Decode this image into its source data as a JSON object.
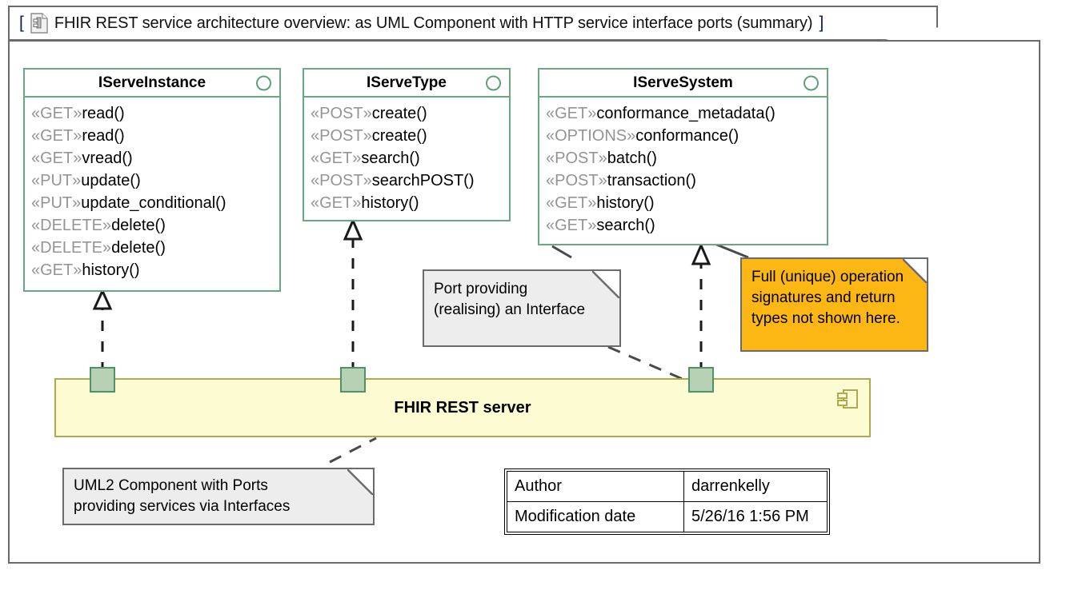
{
  "frame": {
    "bracket_open": "[",
    "bracket_close": "]",
    "icon": "uml-document-icon",
    "title": "FHIR REST service architecture overview: as UML Component with HTTP service interface ports (summary)"
  },
  "colors": {
    "interface_border": "#6aa97f",
    "component_fill": "#fcfbd1",
    "component_border": "#adaa52",
    "port_fill": "#b7d1b4",
    "port_border": "#4f9268",
    "note_gray_fill": "#ededed",
    "note_orange_fill": "#fcb715",
    "note_border": "#6b6b6b",
    "stereotype_text": "#949494",
    "frame_border": "#6b6b6b"
  },
  "interfaces": [
    {
      "name": "IServeInstance",
      "icon": "interface-circle-icon",
      "operations": [
        {
          "stereotype": "«GET»",
          "signature": "read()"
        },
        {
          "stereotype": "«GET»",
          "signature": "read()"
        },
        {
          "stereotype": "«GET»",
          "signature": "vread()"
        },
        {
          "stereotype": "«PUT»",
          "signature": "update()"
        },
        {
          "stereotype": "«PUT»",
          "signature": "update_conditional()"
        },
        {
          "stereotype": "«DELETE»",
          "signature": "delete()"
        },
        {
          "stereotype": "«DELETE»",
          "signature": "delete()"
        },
        {
          "stereotype": "«GET»",
          "signature": "history()"
        }
      ]
    },
    {
      "name": "IServeType",
      "icon": "interface-circle-icon",
      "operations": [
        {
          "stereotype": "«POST»",
          "signature": "create()"
        },
        {
          "stereotype": "«POST»",
          "signature": "create()"
        },
        {
          "stereotype": "«GET»",
          "signature": "search()"
        },
        {
          "stereotype": "«POST»",
          "signature": "searchPOST()"
        },
        {
          "stereotype": "«GET»",
          "signature": "history()"
        }
      ]
    },
    {
      "name": "IServeSystem",
      "icon": "interface-circle-icon",
      "operations": [
        {
          "stereotype": "«GET»",
          "signature": "conformance_metadata()"
        },
        {
          "stereotype": "«OPTIONS»",
          "signature": "conformance()"
        },
        {
          "stereotype": "«POST»",
          "signature": "batch()"
        },
        {
          "stereotype": "«POST»",
          "signature": "transaction()"
        },
        {
          "stereotype": "«GET»",
          "signature": "history()"
        },
        {
          "stereotype": "«GET»",
          "signature": "search()"
        }
      ]
    }
  ],
  "component": {
    "name": "FHIR REST server",
    "icon": "uml-component-icon",
    "ports": [
      "port-iserveinstance",
      "port-iservetype",
      "port-iservesystem"
    ]
  },
  "notes": [
    {
      "id": "note-port-providing",
      "style": "gray",
      "text": "Port providing\n(realising) an Interface"
    },
    {
      "id": "note-signatures",
      "style": "orange",
      "text": "Full (unique) operation\nsignatures and return\ntypes not shown here."
    },
    {
      "id": "note-component-ports",
      "style": "gray",
      "text": "UML2 Component with Ports\nproviding services via Interfaces"
    }
  ],
  "meta_table": {
    "rows": [
      {
        "key": "Author",
        "value": "darrenkelly"
      },
      {
        "key": "Modification date",
        "value": "5/26/16 1:56 PM"
      }
    ]
  }
}
